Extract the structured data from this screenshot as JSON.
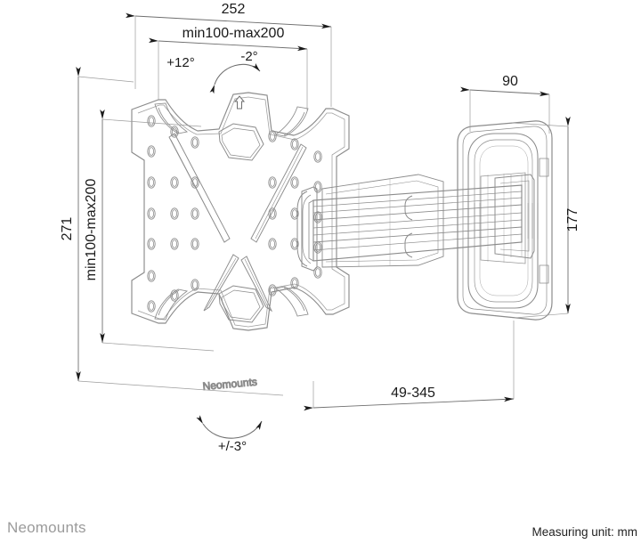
{
  "document": {
    "type": "technical-dimension-drawing",
    "subject": "Neomounts TV wall mount, full-motion, side view with articulating arm"
  },
  "brand": {
    "footer_logo": "Neomounts",
    "plate_logo": "Neomounts"
  },
  "footer": {
    "measuring_unit": "Measuring unit: mm"
  },
  "dimensions": {
    "top_overall": "252",
    "top_vesa_range": "min100-max200",
    "left_overall": "271",
    "left_vesa_range": "min100-max200",
    "right_depth": "90",
    "right_height": "177",
    "bottom_extension": "49-345"
  },
  "angles": {
    "tilt_up": "+12°",
    "tilt_down": "-2°",
    "rotation": "+/-3°"
  },
  "colors": {
    "line": "#8c8c8c",
    "dim_line": "#6f6f6f",
    "text": "#1a1a1a",
    "footer_logo": "#9b9b9b",
    "background": "#ffffff"
  },
  "icons": {
    "orientation_arrow": "up-arrow-icon",
    "tilt_arc": "tilt-arc-icon",
    "rotation_arc": "rotation-arc-icon"
  }
}
